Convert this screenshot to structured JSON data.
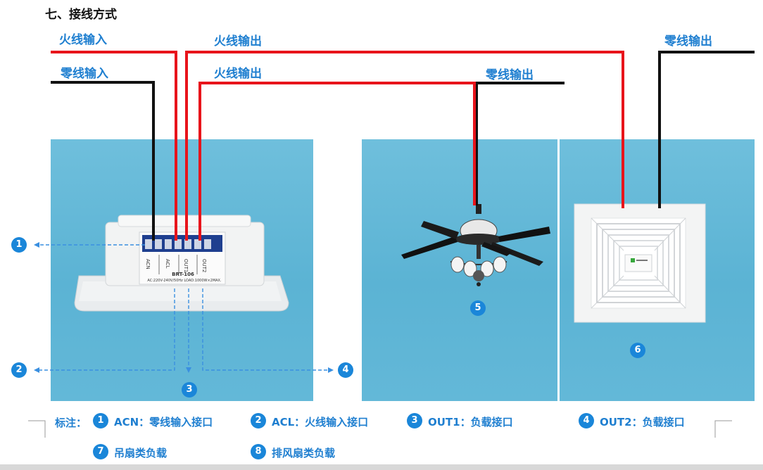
{
  "title": "七、接线方式",
  "wire_labels": {
    "live_in": "火线输入",
    "neutral_in": "零线输入",
    "live_out_1": "火线输出",
    "live_out_2": "火线输出",
    "neutral_out_1": "零线输出",
    "neutral_out_2": "零线输出"
  },
  "device": {
    "model": "BRT-106",
    "spec": "AC:220V-240V/50Hz  LOAD:1000W×2MAX.",
    "terminals": [
      "ACN",
      "ACL",
      "OUT1",
      "OUT2"
    ]
  },
  "callouts": [
    "1",
    "2",
    "3",
    "4",
    "5",
    "6"
  ],
  "legend": {
    "prefix": "标注：",
    "items": [
      {
        "num": "1",
        "text": "ACN：零线输入接口"
      },
      {
        "num": "2",
        "text": "ACL：火线输入接口"
      },
      {
        "num": "3",
        "text": "OUT1：负载接口"
      },
      {
        "num": "4",
        "text": "OUT2：负载接口"
      },
      {
        "num": "7",
        "text": "吊扇类负载"
      },
      {
        "num": "8",
        "text": "排风扇类负载"
      }
    ]
  },
  "colors": {
    "live_wire": "#e8141b",
    "neutral_wire": "#111111",
    "label_blue": "#1f7fd0",
    "badge_blue": "#1a86d9",
    "panel_blue": "#5fb6d6"
  }
}
